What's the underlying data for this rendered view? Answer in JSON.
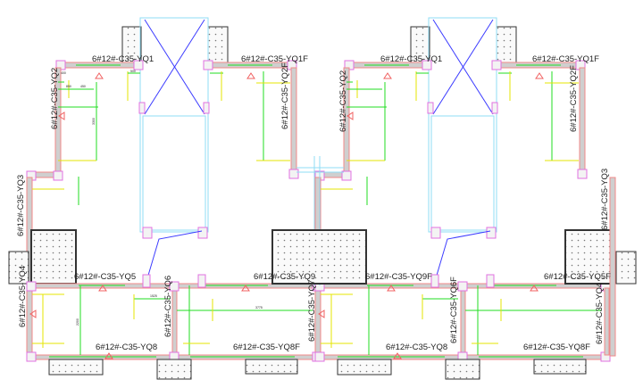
{
  "drawing": {
    "wall_labels": {
      "l_yq1": "6#12#-C35-YQ1",
      "l_yq1f": "6#12#-C35-YQ1F",
      "l_yq2": "6#12#-C35-YQ2",
      "l_yq2f": "6#12#-C35-YQ2F",
      "l_yq3": "6#12#-C35-YQ3",
      "l_yq4": "6#12#-C35-YQ4",
      "l_yq5": "6#12#-C35-YQ5",
      "l_yq6": "6#12#-C35-YQ6",
      "l_yq7": "6#12#-C35-YQ7",
      "l_yq8": "6#12#-C35-YQ8",
      "l_yq8f": "6#12#-C35-YQ8F",
      "l_yq9": "6#12#-C35-YQ9",
      "r_yq1": "6#12#-C35-YQ1",
      "r_yq1f": "6#12#-C35-YQ1F",
      "r_yq2": "6#12#-C35-YQ2",
      "r_yq2f": "6#12#-C35-YQ2F",
      "r_yq3": "6#12#-C35-YQ3",
      "r_yq4": "6#12#-C35-YQ4",
      "r_yq5f": "6#12#-C35-YQ5F",
      "r_yq6f": "6#12#-C35-YQ6F",
      "r_yq8": "6#12#-C35-YQ8",
      "r_yq8f": "6#12#-C35-YQ8F",
      "r_yq9f": "6#12#-C35-YQ9F"
    },
    "dimensions": {
      "d400": "400",
      "d500": "500",
      "d850": "850",
      "d450": "450",
      "d3300": "3300",
      "d1525": "1525",
      "d3775": "3775",
      "d2200": "2200"
    },
    "colors": {
      "wall_outline": "#f08a8a",
      "column": "#e070e0",
      "dimension_green": "#22dd22",
      "dimension_yellow": "#e6e600",
      "stair_blue": "#3b3bff",
      "shaft_cyan": "#8fdcf5"
    }
  }
}
